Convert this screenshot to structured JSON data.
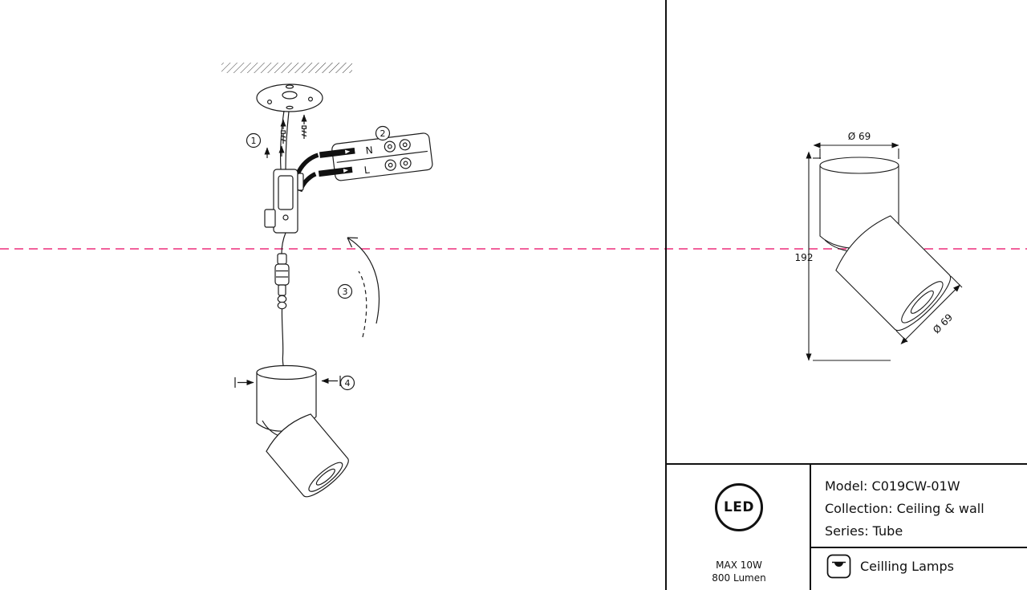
{
  "colors": {
    "accent_pink": "#ee2e7b",
    "ink": "#111111"
  },
  "diagram": {
    "step1": "1",
    "step2": "2",
    "step3": "3",
    "step4": "4",
    "terminal_n": "N",
    "terminal_l": "L"
  },
  "dimensions": {
    "top_diameter": "Ø 69",
    "overall_height": "192",
    "head_diameter": "Ø 69"
  },
  "badge": {
    "led": "LED",
    "max_power": "MAX 10W",
    "lumen": "800 Lumen"
  },
  "product": {
    "model": "Model: C019CW-01W",
    "collection": "Collection: Ceiling & wall",
    "series": "Series: Tube",
    "category": "Ceilling Lamps"
  }
}
